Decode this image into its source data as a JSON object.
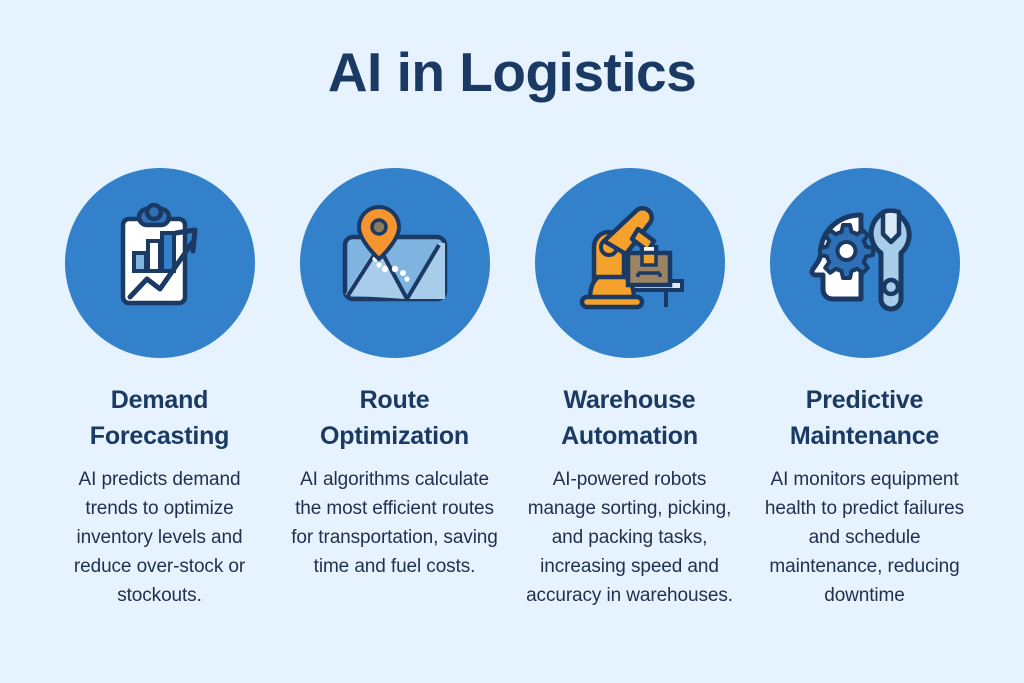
{
  "page": {
    "title": "AI in Logistics",
    "background_color": "#e6f2fd",
    "title_color": "#1b3a63",
    "accent_circle_color": "#3380cb",
    "icon_orange_color": "#f5a22d",
    "icon_light_blue_color": "#a8cdeb",
    "icon_outline_color": "#1b3a63",
    "body_text_color": "#1f3050"
  },
  "cards": [
    {
      "icon": "clipboard-bar-chart-growth-icon",
      "heading": "Demand Forecasting",
      "body": "AI predicts demand trends to optimize inventory levels and reduce over-stock or stockouts."
    },
    {
      "icon": "map-route-pin-icon",
      "heading": "Route Optimization",
      "body": "AI algorithms calculate the most efficient routes for transportation, saving time and fuel costs."
    },
    {
      "icon": "robot-arm-box-icon",
      "heading": "Warehouse Automation",
      "body": "AI-powered robots manage sorting, picking, and packing tasks, increasing speed and accuracy in warehouses."
    },
    {
      "icon": "head-gear-wrench-icon",
      "heading": "Predictive Maintenance",
      "body": "AI monitors equipment health to predict failures and schedule maintenance, reducing downtime"
    }
  ]
}
